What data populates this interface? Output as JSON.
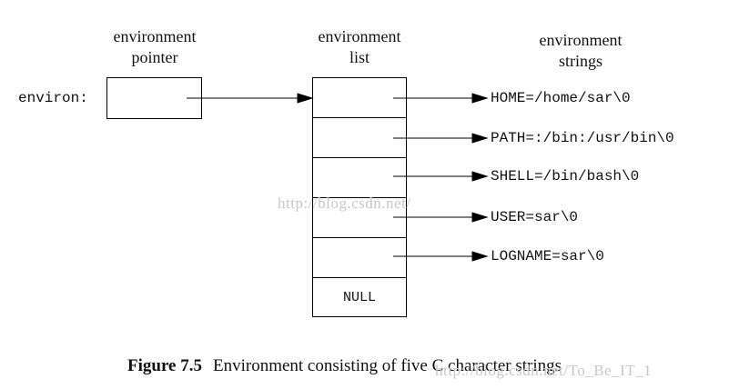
{
  "headings": {
    "pointer": [
      "environment",
      "pointer"
    ],
    "list": [
      "environment",
      "list"
    ],
    "strings": [
      "environment",
      "strings"
    ]
  },
  "environ_label": "environ:",
  "list_cells": [
    "",
    "",
    "",
    "",
    "",
    "NULL"
  ],
  "strings": [
    "HOME=/home/sar\\0",
    "PATH=:/bin:/usr/bin\\0",
    "SHELL=/bin/bash\\0",
    "USER=sar\\0",
    "LOGNAME=sar\\0"
  ],
  "watermarks": {
    "middle": "http://blog.csdn.net/",
    "bottom": "http://blog.csdn.net/To_Be_IT_1"
  },
  "caption": {
    "figure_number": "Figure 7.5",
    "text": "Environment consisting of five C character strings"
  }
}
